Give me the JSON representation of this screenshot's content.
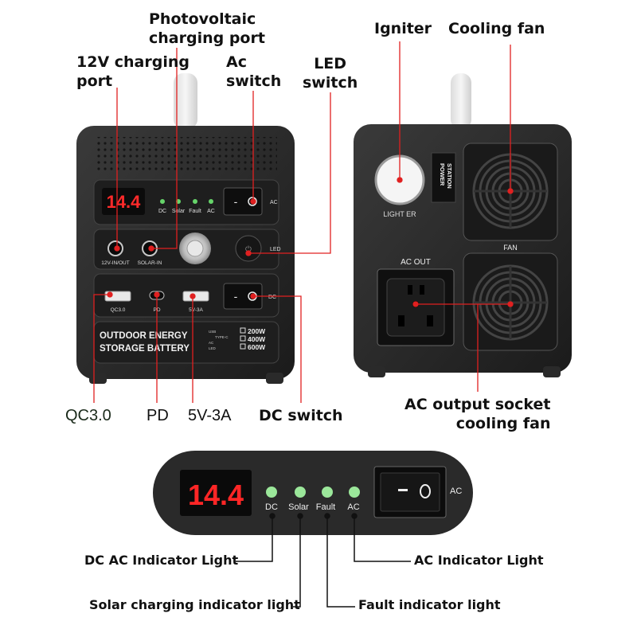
{
  "front_callouts": {
    "photovoltaic": "Photovoltaic\ncharging port",
    "charge12v": "12V charging\nport",
    "ac_switch": "Ac\nswitch",
    "led_switch": "LED\nswitch",
    "qc": "QC3.0",
    "pd": "PD",
    "usb5v": "5V-3A",
    "dc_switch": "DC switch"
  },
  "back_callouts": {
    "igniter": "Igniter",
    "cooling_fan": "Cooling fan",
    "ac_output": "AC output socket\ncooling fan"
  },
  "front_panel": {
    "display": "14.4",
    "indicators": [
      "DC",
      "Solar",
      "Fault",
      "AC"
    ],
    "ac_label": "AC",
    "dc_label": "DC",
    "port_12v": "12V-IN/OUT",
    "port_solar": "SOLAR-IN",
    "led_label": "LED",
    "qc_label": "QC3.0",
    "pd_label": "PD",
    "usb_label": "5V-3A",
    "brand_line1": "OUTDOOR ENERGY",
    "brand_line2": "STORAGE BATTERY",
    "legend": [
      "USB",
      "TYPE-C",
      "AC",
      "LED"
    ],
    "capacities": [
      "200W",
      "400W",
      "600W"
    ]
  },
  "back_panel": {
    "lighter_label": "LIGHT ER",
    "power_station_1": "POWER",
    "power_station_2": "STATION",
    "fan_label": "FAN",
    "ac_out_label": "AC OUT"
  },
  "closeup": {
    "display": "14.4",
    "indicators": [
      "DC",
      "Solar",
      "Fault",
      "AC"
    ],
    "ac_label": "AC",
    "labels": {
      "dc_ac": "DC AC Indicator Light",
      "ac": "AC Indicator Light",
      "solar": "Solar charging indicator light",
      "fault": "Fault indicator light"
    }
  }
}
